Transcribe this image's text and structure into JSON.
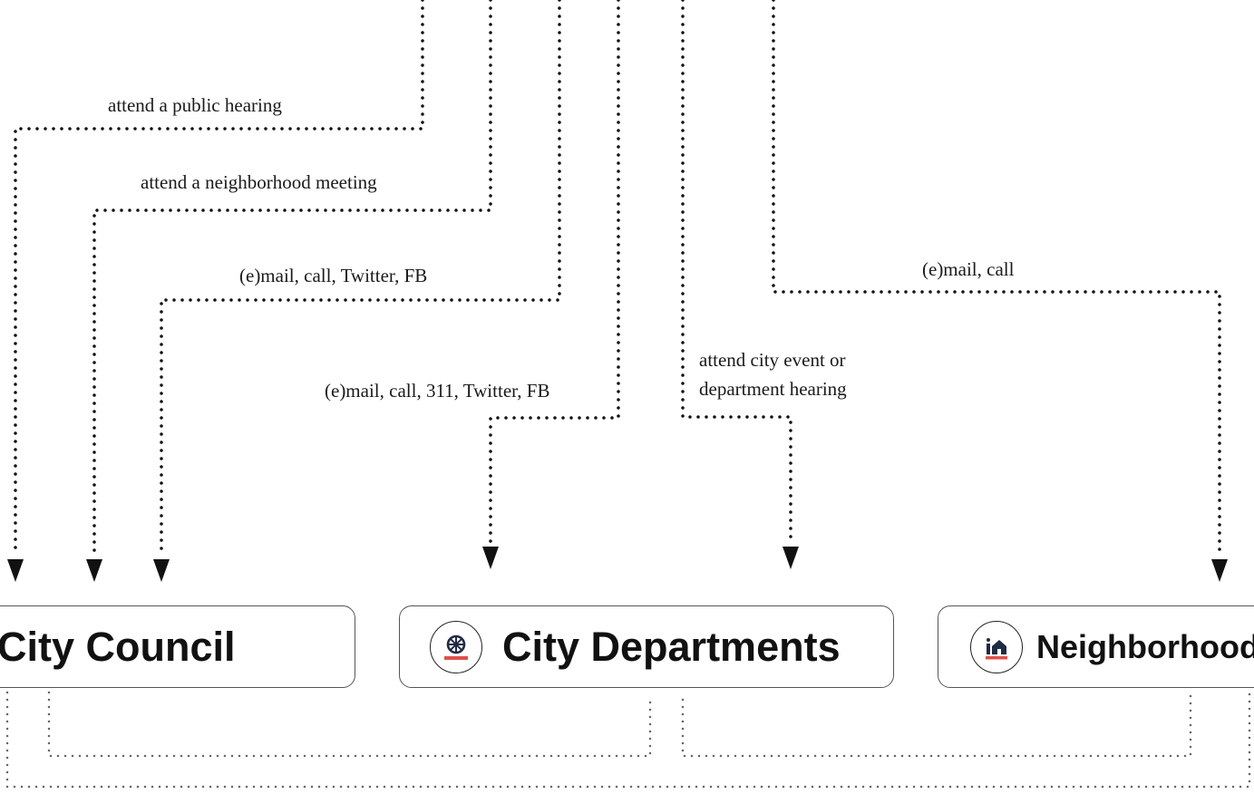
{
  "edges": {
    "public_hearing": "attend a public hearing",
    "neighborhood_meeting": "attend a neighborhood meeting",
    "council_contact": "(e)mail, call, Twitter, FB",
    "department_contact": "(e)mail, call, 311, Twitter, FB",
    "city_event_line1": "attend city event or",
    "city_event_line2": "department hearing",
    "neighborhood_contact": "(e)mail, call"
  },
  "nodes": {
    "city_council": {
      "title": "City Council"
    },
    "city_departments": {
      "title": "City Departments",
      "icon": "wheel-icon"
    },
    "neighborhood": {
      "title": "Neighborhood",
      "icon": "house-icon"
    }
  },
  "colors": {
    "line": "#111111",
    "line_bottom": "#666666",
    "box_border": "#555555",
    "icon_accent": "#e0504a",
    "icon_dark": "#1f2a44"
  }
}
